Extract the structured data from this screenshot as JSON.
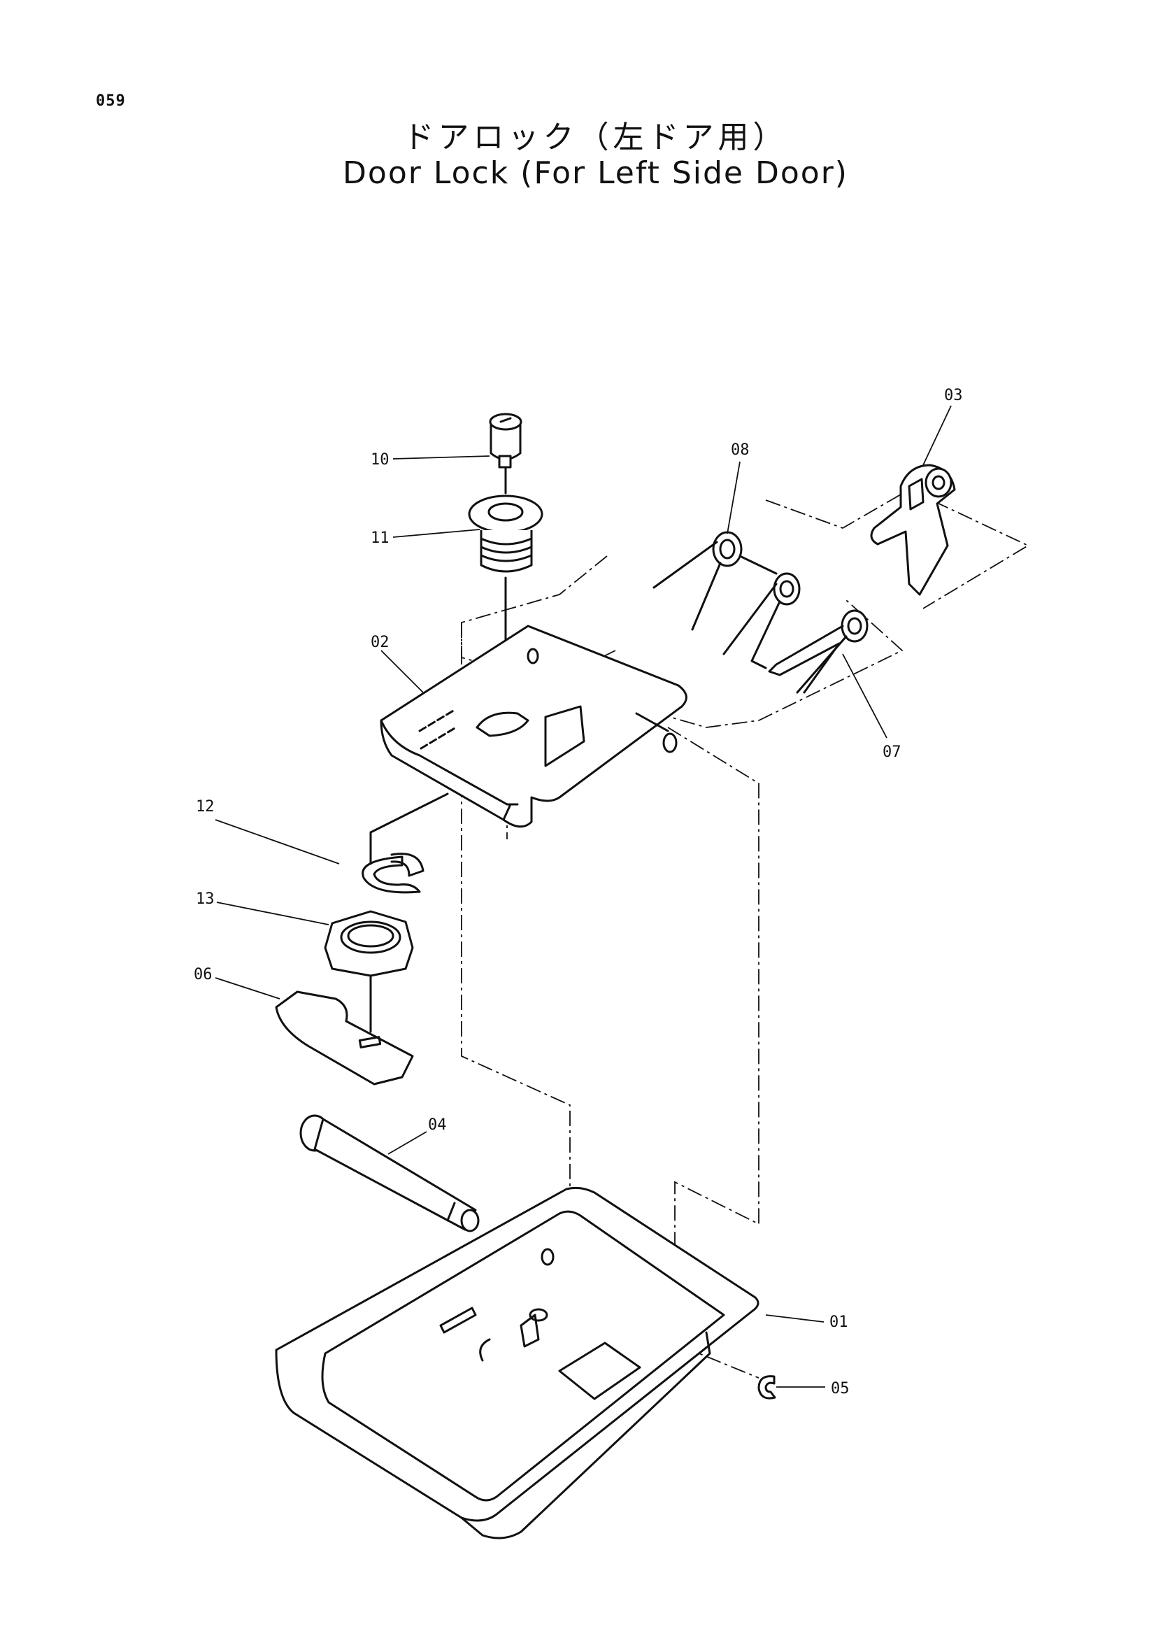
{
  "page_number": "059",
  "title_jp": "ドアロック（左ドア用）",
  "title_en": "Door Lock (For Left Side Door)",
  "callouts": {
    "p01": "01",
    "p02": "02",
    "p03": "03",
    "p04": "04",
    "p05": "05",
    "p06": "06",
    "p07": "07",
    "p08": "08",
    "p10": "10",
    "p11": "11",
    "p12": "12",
    "p13": "13"
  }
}
